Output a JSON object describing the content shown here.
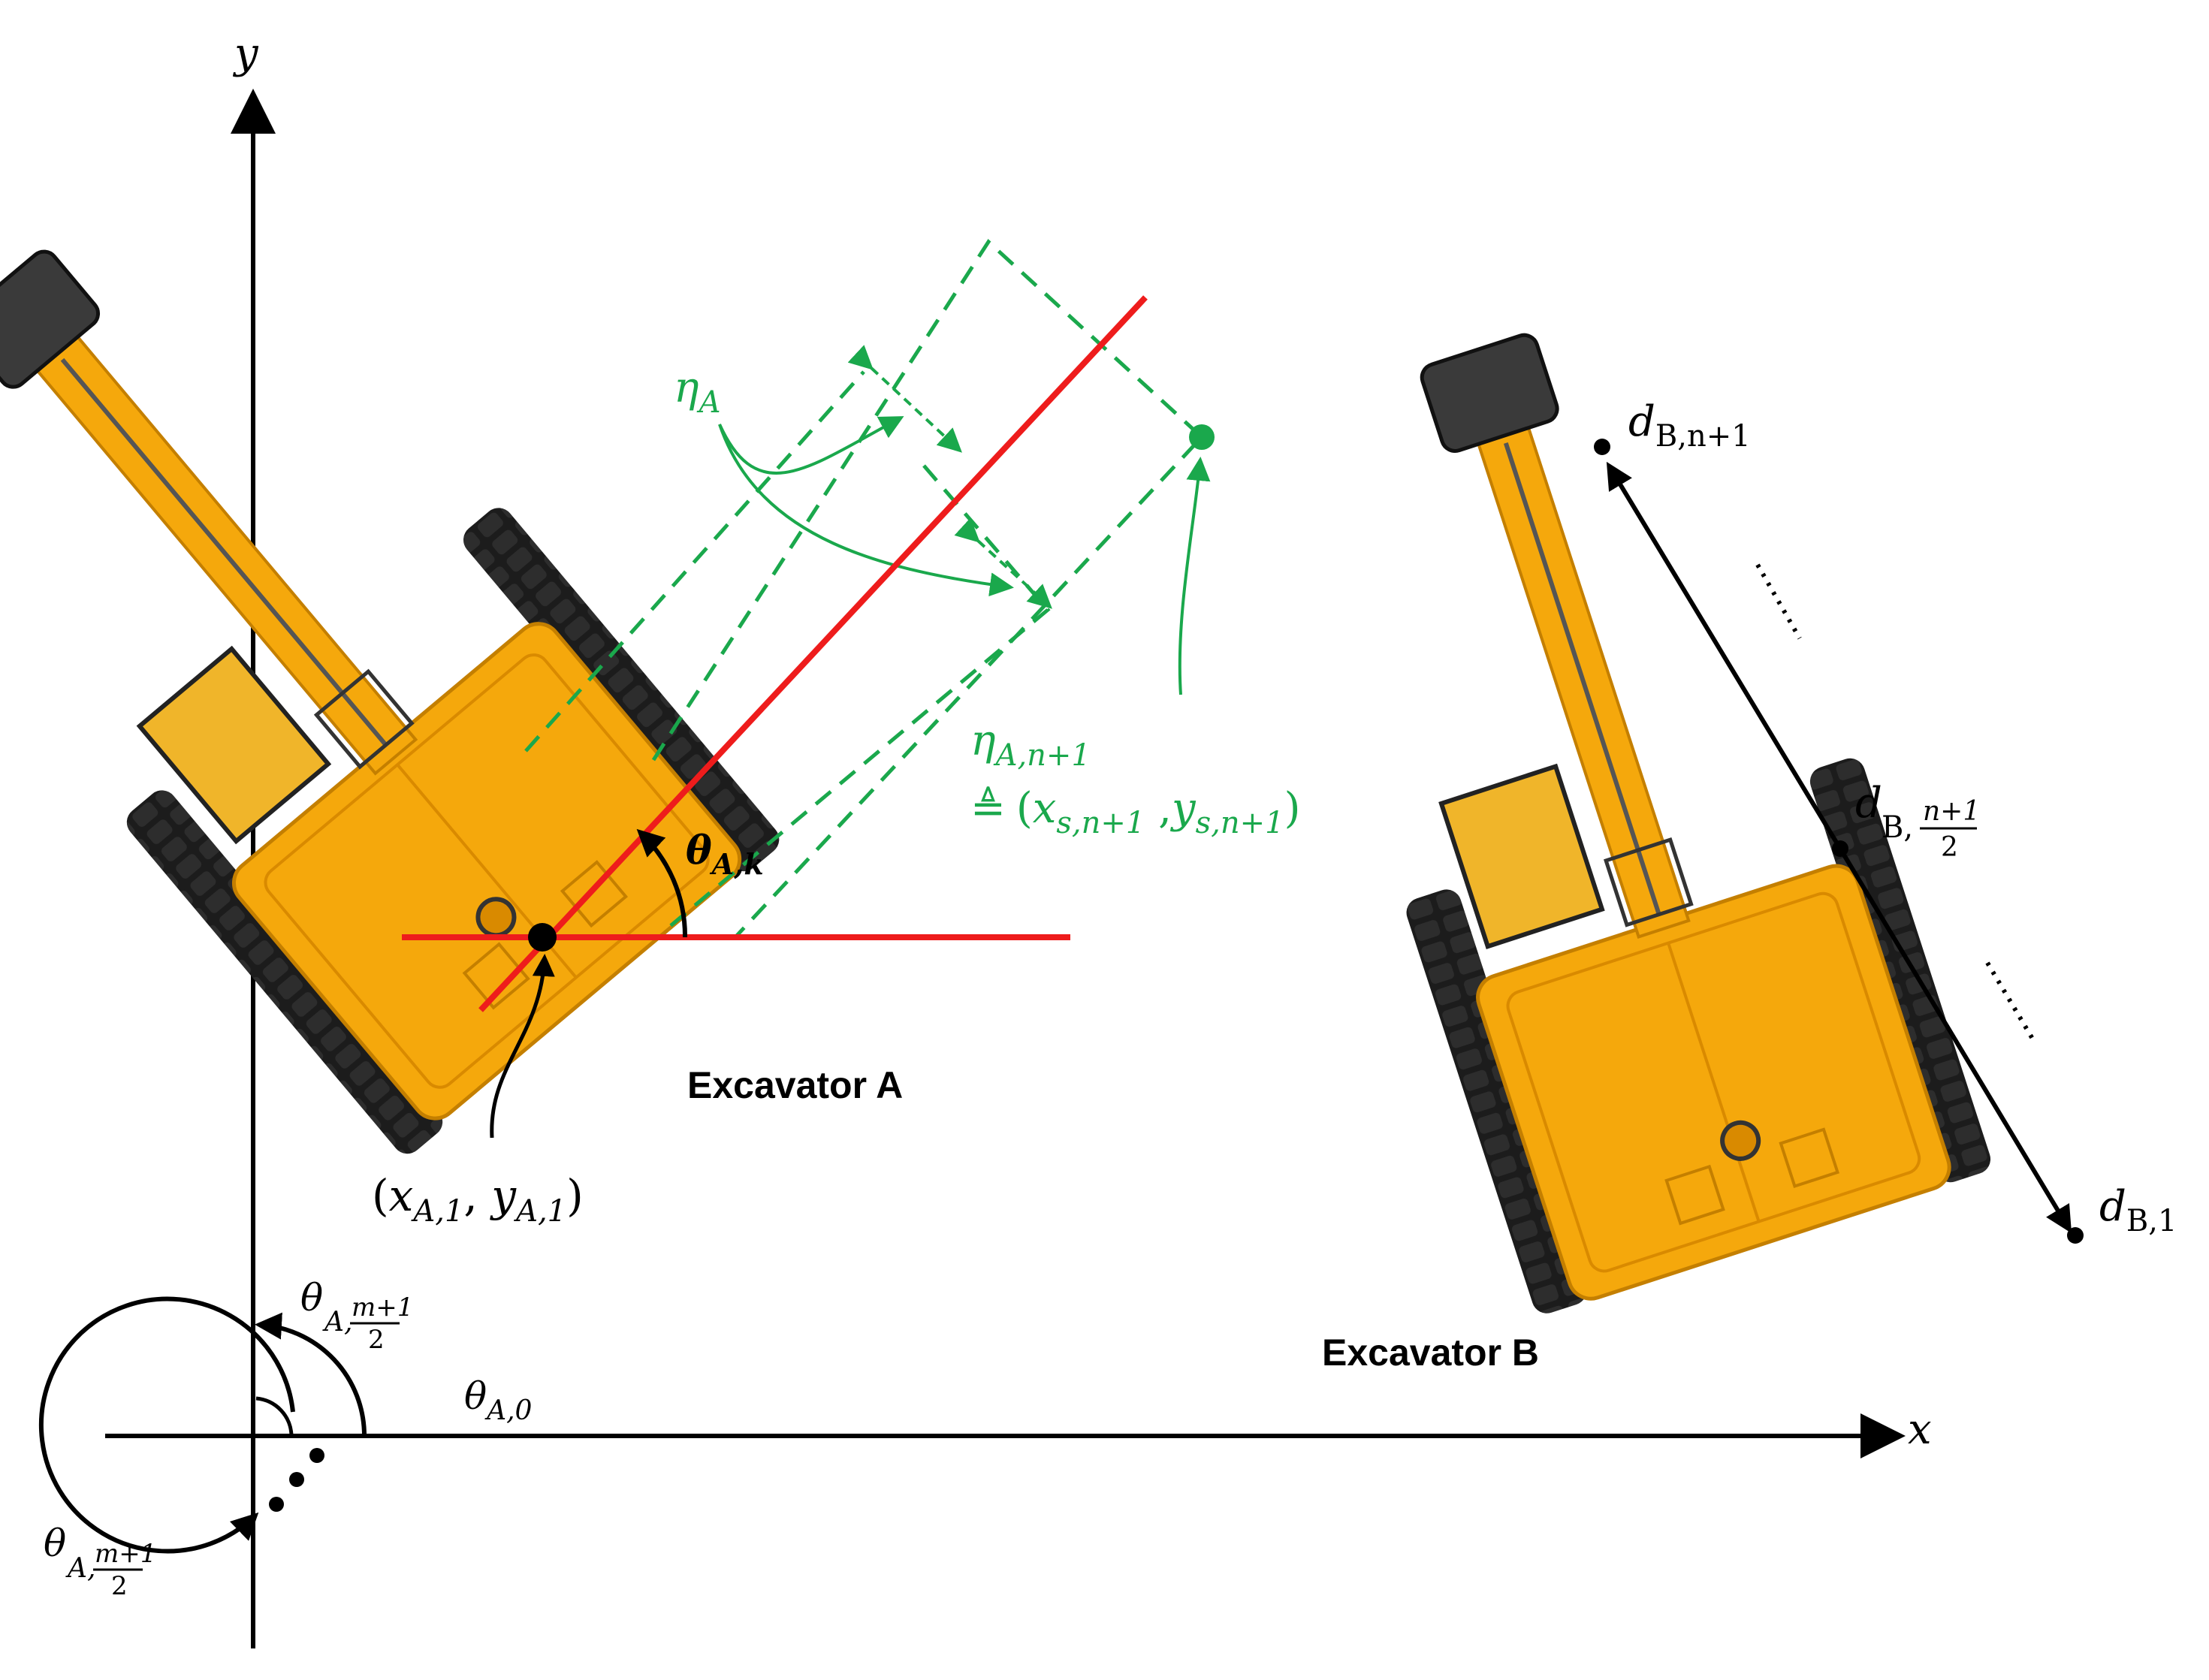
{
  "colors": {
    "axis": "#000000",
    "red": "#ee1c1c",
    "green": "#1aa84c",
    "body": "#f5a80c",
    "body_dark": "#d98a00",
    "track": "#1c1c1c",
    "bucket": "#3a3a3a"
  },
  "axes": {
    "x_label": "x",
    "y_label": "y"
  },
  "excavator_a": {
    "label": "Excavator A",
    "position": {
      "open": "(",
      "x": "x",
      "x_sub": "A,1",
      "comma": ", ",
      "y": "y",
      "y_sub": "A,1",
      "close": ")"
    },
    "theta_k": {
      "symbol": "θ",
      "sub": "A,k"
    },
    "eta": {
      "symbol": "η",
      "sub": "A"
    },
    "eta_n1": {
      "symbol": "η",
      "sub": "A,n+1",
      "def": "≜",
      "open": "(",
      "x": "x",
      "x_sub": "s,n+1",
      "comma": " ,",
      "y": "y",
      "y_sub": "s,n+1",
      "close": ")"
    }
  },
  "excavator_b": {
    "label": "Excavator B",
    "d_top": {
      "symbol": "d",
      "sub": "B,n+1"
    },
    "d_mid": {
      "symbol": "d",
      "sub": "B,",
      "frac_num": "n+1",
      "frac_den": "2"
    },
    "d_bot": {
      "symbol": "d",
      "sub": "B,1"
    }
  },
  "angles": {
    "theta_0": {
      "symbol": "θ",
      "sub": "A,0"
    },
    "theta_half_top": {
      "symbol": "θ",
      "sub": "A,",
      "frac_num": "m+1",
      "frac_den": "2"
    },
    "theta_half_bottom": {
      "symbol": "θ",
      "sub": "A,",
      "frac_num": "m+1",
      "frac_den": "2"
    }
  }
}
